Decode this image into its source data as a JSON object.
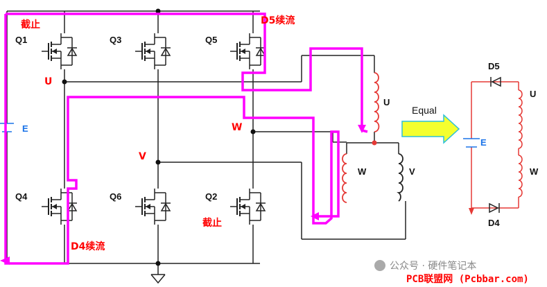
{
  "switches": {
    "q1": "Q1",
    "q3": "Q3",
    "q5": "Q5",
    "q4": "Q4",
    "q6": "Q6",
    "q2": "Q2"
  },
  "nodes": {
    "u": "U",
    "v": "V",
    "w": "W"
  },
  "source": {
    "e": "E"
  },
  "annotations": {
    "cutoff_top": "截止",
    "d5_freewheel": "D5续流",
    "d4_freewheel": "D4续流",
    "cutoff_q2": "截止"
  },
  "motor": {
    "coil_u": "U",
    "coil_w": "W",
    "coil_v": "V"
  },
  "arrow": {
    "label": "Equal"
  },
  "equivalent": {
    "d5": "D5",
    "d4": "D4",
    "e": "E",
    "u": "U",
    "w": "W"
  },
  "watermark": {
    "brand": "公众号 · 硬件笔记本",
    "site": "PCB联盟网 (Pcbbar.com)"
  },
  "colors": {
    "wire": "#222222",
    "flow": "#ff00ff",
    "label_red": "#ff0000",
    "label_blue": "#1a73e8",
    "coil": "#e53935",
    "arrow_fill": "#f4ff2e",
    "arrow_edge": "#2cc0d8"
  }
}
